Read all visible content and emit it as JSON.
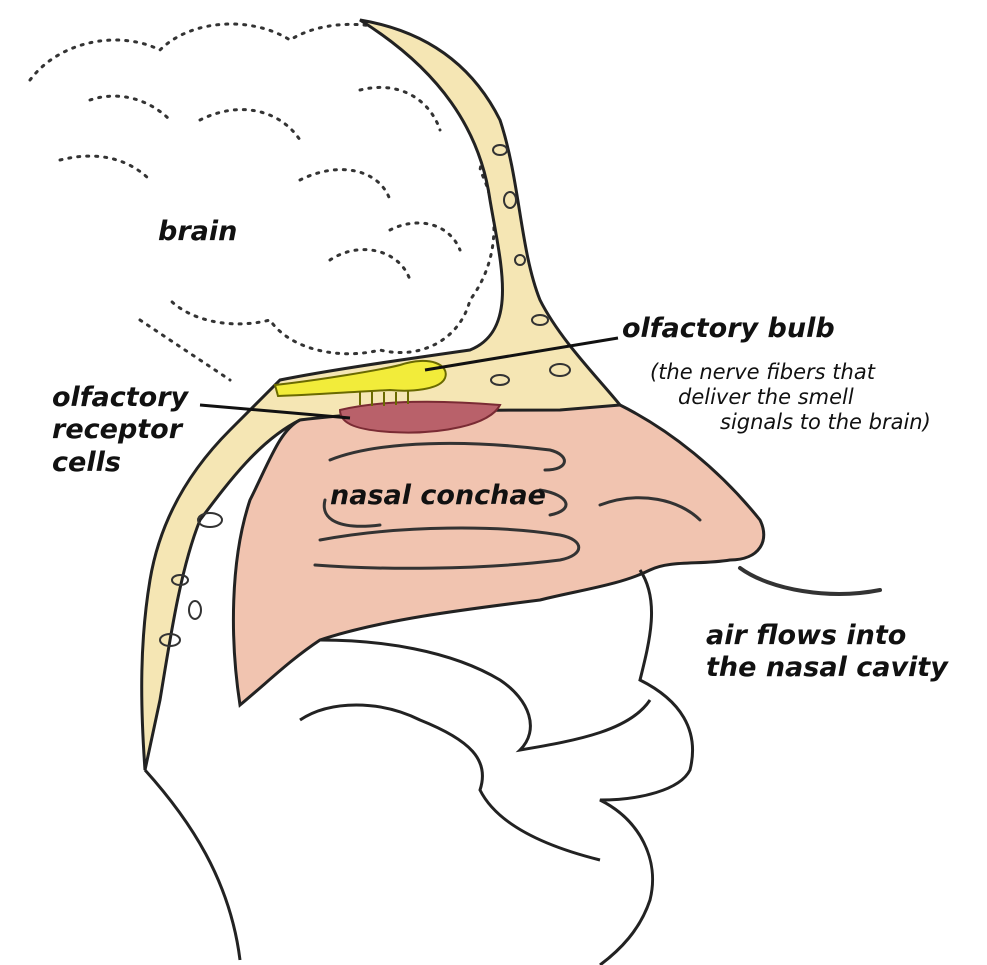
{
  "labels": {
    "brain": "brain",
    "olfactory_bulb": "olfactory bulb",
    "olfactory_bulb_note": [
      "(the nerve fibers that",
      "deliver the smell",
      "signals to the brain)"
    ],
    "olfactory_receptor_cells": [
      "olfactory",
      "receptor",
      "cells"
    ],
    "nasal_conchae": "nasal conchae",
    "air_flow": [
      "air flows into",
      "the nasal cavity"
    ]
  },
  "colors": {
    "bone": "#f5e6b4",
    "skin": "#f1c4b0",
    "bulb": "#f2ec3a",
    "receptor": "#b9616a",
    "outline": "#222222",
    "background": "#ffffff"
  }
}
